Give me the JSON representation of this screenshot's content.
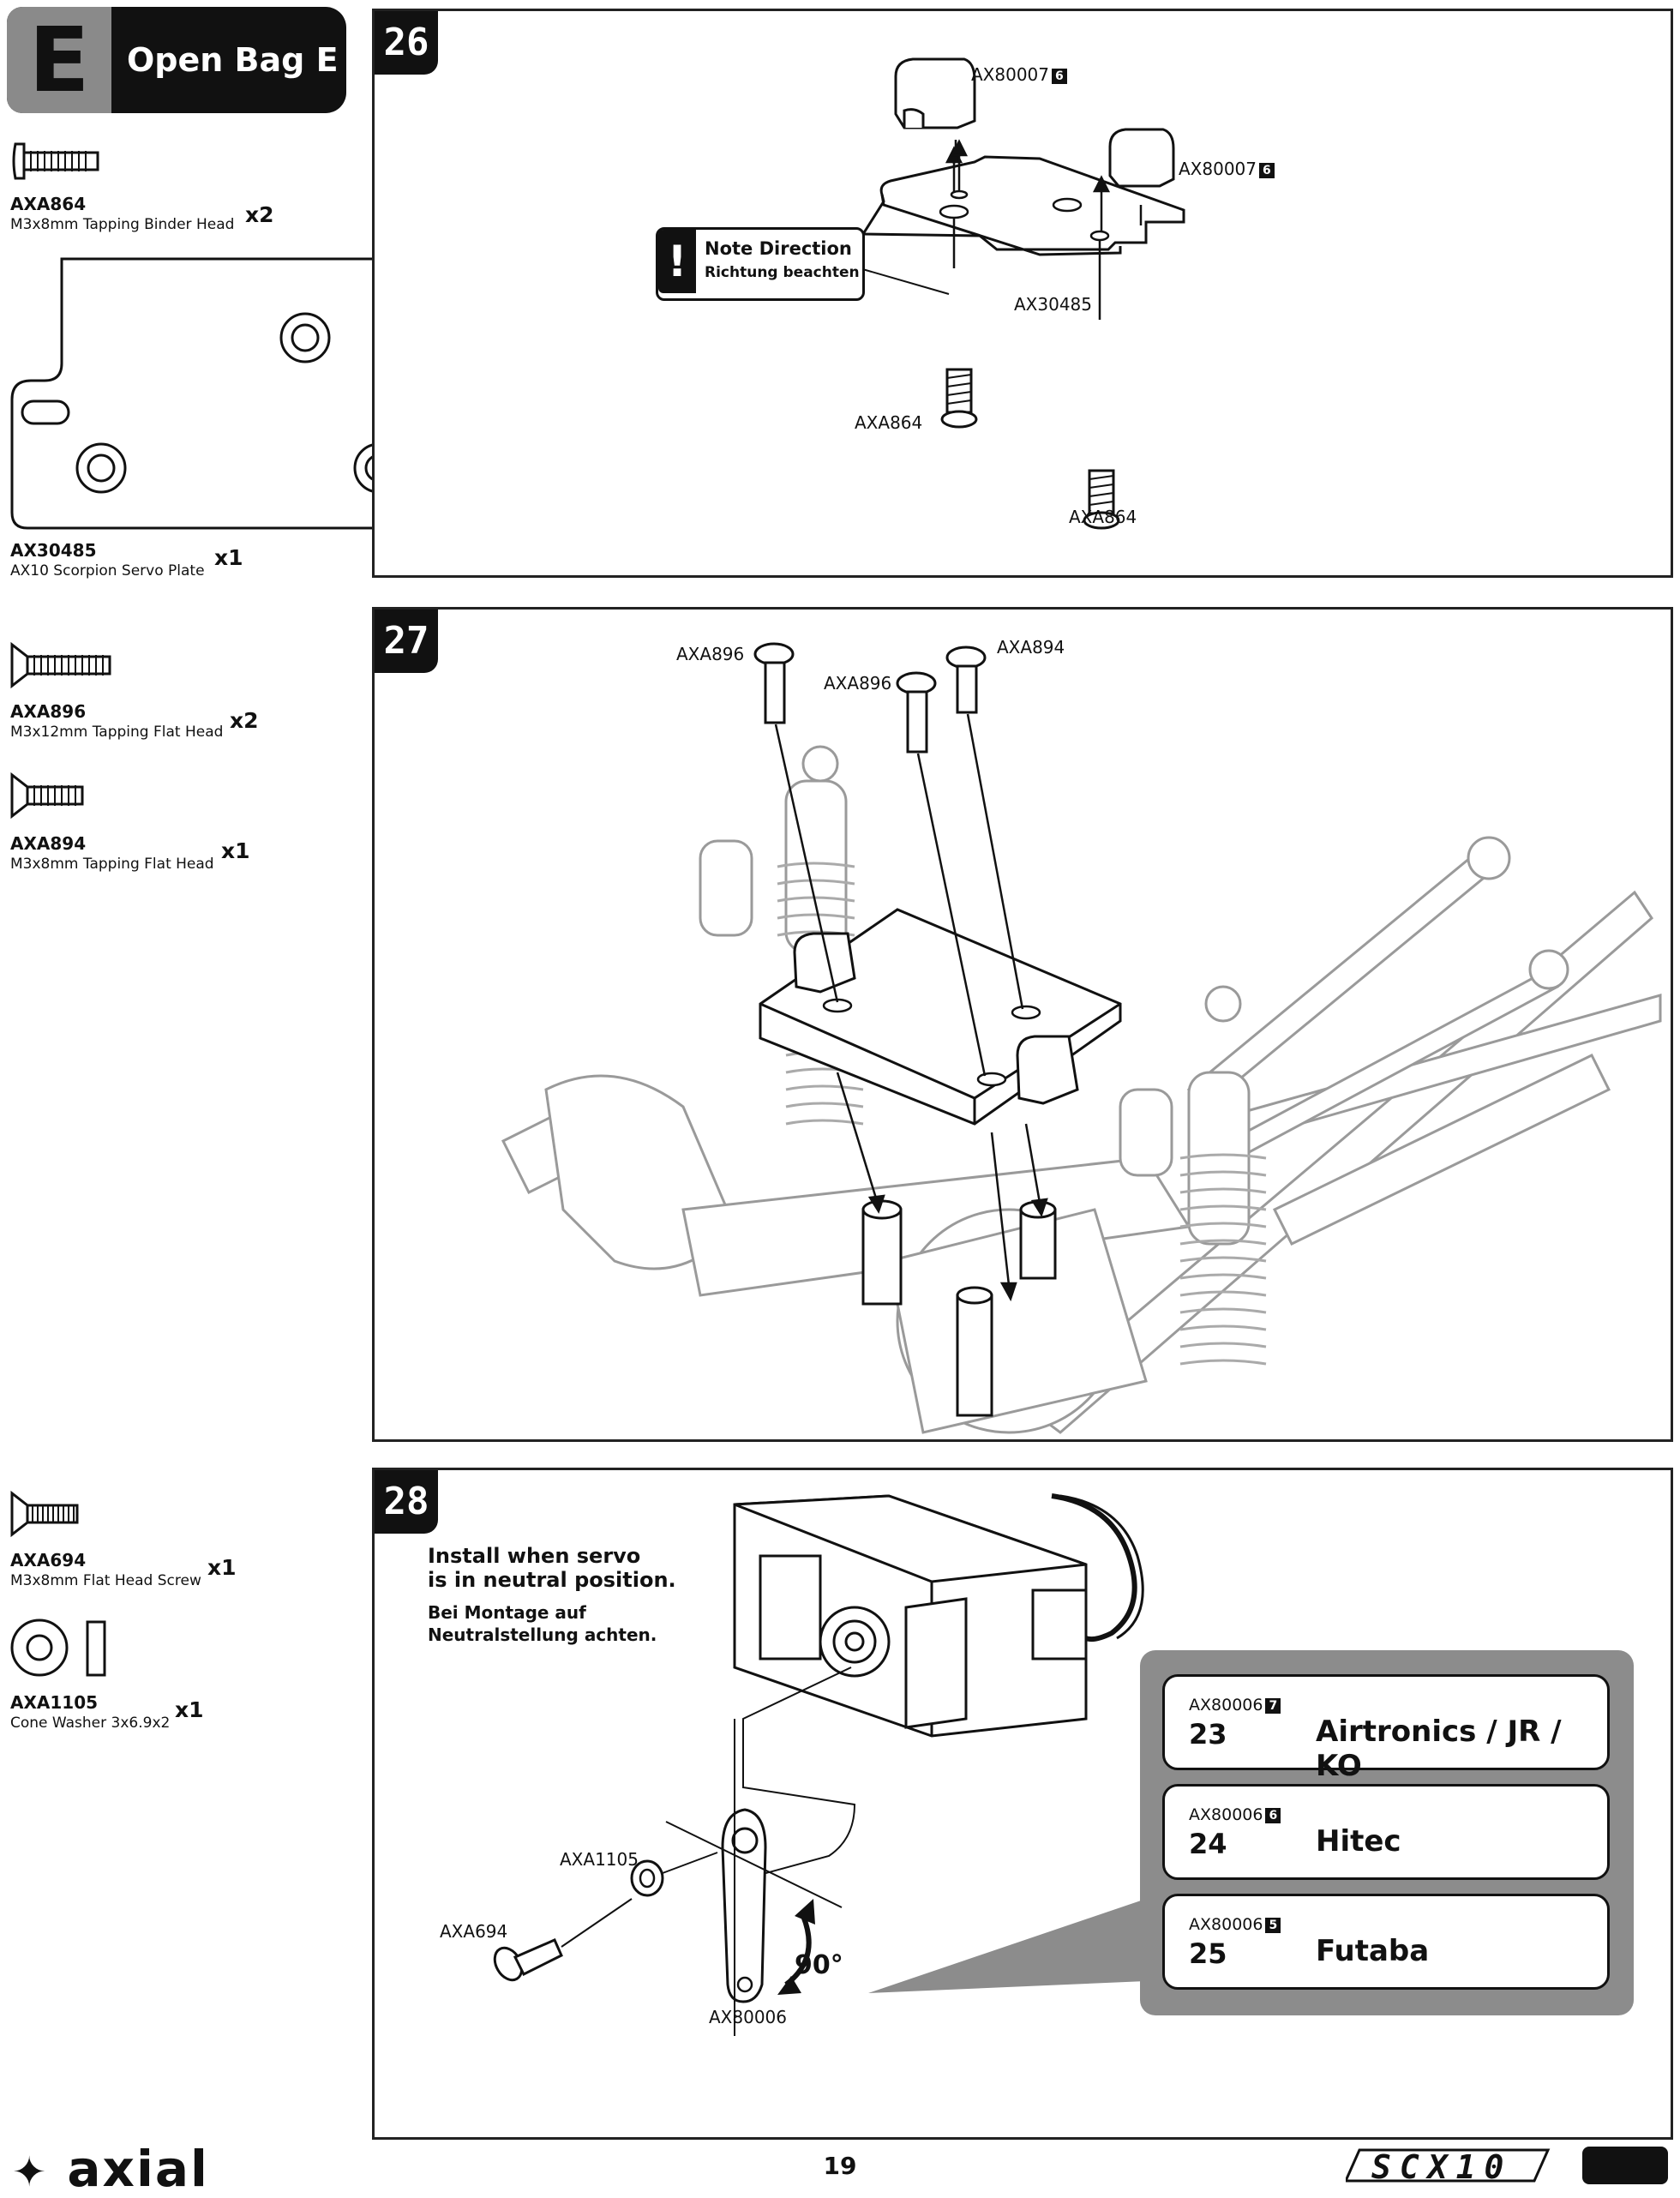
{
  "bag": {
    "letter": "E",
    "title": "Open Bag E"
  },
  "parts": {
    "axa864": {
      "code": "AXA864",
      "desc": "M3x8mm Tapping Binder Head",
      "qty": "x2"
    },
    "ax30485": {
      "code": "AX30485",
      "desc": "AX10 Scorpion Servo Plate",
      "qty": "x1"
    },
    "axa896": {
      "code": "AXA896",
      "desc": "M3x12mm Tapping Flat Head",
      "qty": "x2"
    },
    "axa894": {
      "code": "AXA894",
      "desc": "M3x8mm Tapping Flat Head",
      "qty": "x1"
    },
    "axa694": {
      "code": "AXA694",
      "desc": "M3x8mm Flat Head Screw",
      "qty": "x1"
    },
    "axa1105": {
      "code": "AXA1105",
      "desc": "Cone Washer 3x6.9x2",
      "qty": "x1"
    }
  },
  "step26": {
    "number": "26",
    "labels": {
      "ax80007_a": "AX80007",
      "ax80007_a_badge": "6",
      "ax80007_b": "AX80007",
      "ax80007_b_badge": "6",
      "ax30485": "AX30485",
      "axa864_a": "AXA864",
      "axa864_b": "AXA864"
    },
    "note": {
      "line1": "Note Direction",
      "line2": "Richtung beachten",
      "icon": "exclamation-icon"
    }
  },
  "step27": {
    "number": "27",
    "labels": {
      "axa896_a": "AXA896",
      "axa896_b": "AXA896",
      "axa894": "AXA894"
    }
  },
  "step28": {
    "number": "28",
    "instruction_en_1": "Install when servo",
    "instruction_en_2": "is in neutral position.",
    "instruction_de_1": "Bei Montage auf",
    "instruction_de_2": "Neutralstellung achten.",
    "labels": {
      "axa1105": "AXA1105",
      "axa694": "AXA694",
      "ax80006": "AX80006",
      "angle": "90°"
    },
    "servo_horns": [
      {
        "code": "AX80006",
        "badge": "7",
        "number": "23",
        "brand": "Airtronics / JR / KO"
      },
      {
        "code": "AX80006",
        "badge": "6",
        "number": "24",
        "brand": "Hitec"
      },
      {
        "code": "AX80006",
        "badge": "5",
        "number": "25",
        "brand": "Futaba"
      }
    ]
  },
  "footer": {
    "page_number": "19",
    "brand": "axial",
    "product": "SCX10"
  }
}
